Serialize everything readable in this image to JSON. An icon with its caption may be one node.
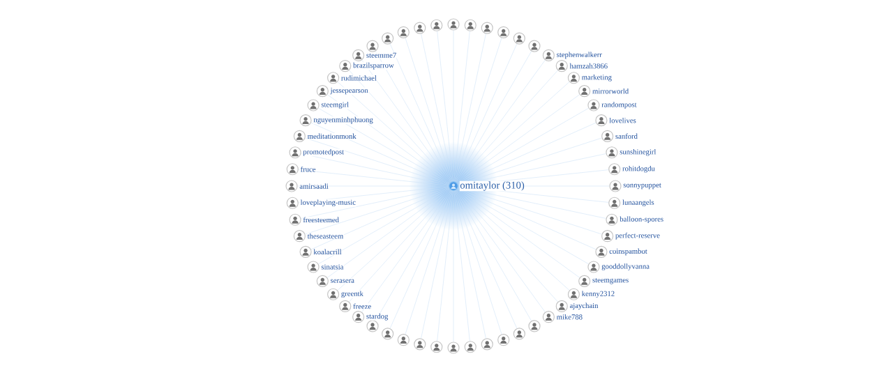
{
  "diagram": {
    "nodes": [
      {
        "text": [],
        "shape": "person",
        "beside": [
          "omitaylor (310)"
        ]
      },
      {
        "text": [],
        "shape": "person"
      },
      {
        "text": [],
        "shape": "person"
      },
      {
        "text": [],
        "shape": "person"
      },
      {
        "text": [],
        "shape": "person"
      },
      {
        "text": [],
        "shape": "person"
      },
      {
        "text": [],
        "shape": "person"
      },
      {
        "text": [],
        "shape": "person",
        "beside": [
          "stephenwalkerr"
        ]
      },
      {
        "text": [],
        "shape": "person",
        "beside": [
          "hamzah3866"
        ]
      },
      {
        "text": [],
        "shape": "person",
        "beside": [
          "marketing"
        ]
      },
      {
        "text": [],
        "shape": "person",
        "beside": [
          "mirrorworld"
        ]
      },
      {
        "text": [],
        "shape": "person",
        "beside": [
          "randompost"
        ]
      },
      {
        "text": [],
        "shape": "person",
        "beside": [
          "lovelives"
        ]
      },
      {
        "text": [],
        "shape": "person",
        "beside": [
          "sanford"
        ]
      },
      {
        "text": [],
        "shape": "person",
        "beside": [
          "sunshinegirl"
        ]
      },
      {
        "text": [],
        "shape": "person",
        "beside": [
          "rohitdogdu"
        ]
      },
      {
        "text": [],
        "shape": "person",
        "beside": [
          "sonnypuppet"
        ]
      },
      {
        "text": [],
        "shape": "person",
        "beside": [
          "lunaangels"
        ]
      },
      {
        "text": [],
        "shape": "person",
        "beside": [
          "balloon-spores"
        ]
      },
      {
        "text": [],
        "shape": "person",
        "beside": [
          "perfect-reserve"
        ]
      },
      {
        "text": [],
        "shape": "person",
        "beside": [
          "coinspambot"
        ]
      },
      {
        "text": [],
        "shape": "person",
        "beside": [
          "gooddollyvanna"
        ]
      },
      {
        "text": [],
        "shape": "person",
        "beside": [
          "steemgames"
        ]
      },
      {
        "text": [],
        "shape": "person",
        "beside": [
          "kenny2312"
        ]
      },
      {
        "text": [],
        "shape": "person",
        "beside": [
          "ajaychain"
        ]
      },
      {
        "text": [],
        "shape": "person",
        "beside": [
          "mike788"
        ]
      },
      {
        "text": [],
        "shape": "person"
      },
      {
        "text": [],
        "shape": "person"
      },
      {
        "text": [],
        "shape": "person"
      },
      {
        "text": [],
        "shape": "person"
      },
      {
        "text": [],
        "shape": "person"
      },
      {
        "text": [],
        "shape": "person"
      },
      {
        "text": [],
        "shape": "person"
      },
      {
        "text": [],
        "shape": "person"
      },
      {
        "text": [],
        "shape": "person"
      },
      {
        "text": [],
        "shape": "person"
      },
      {
        "text": [],
        "shape": "person"
      },
      {
        "text": [],
        "shape": "person",
        "beside": [
          "stardog"
        ]
      },
      {
        "text": [],
        "shape": "person",
        "beside": [
          "freeze"
        ]
      },
      {
        "text": [],
        "shape": "person",
        "beside": [
          "greentk"
        ]
      },
      {
        "text": [],
        "shape": "person",
        "beside": [
          "serasera"
        ]
      },
      {
        "text": [],
        "shape": "person",
        "beside": [
          "sinatsia"
        ]
      },
      {
        "text": [],
        "shape": "person",
        "beside": [
          "koalacrill"
        ]
      },
      {
        "text": [],
        "shape": "person",
        "beside": [
          "theseasteem"
        ]
      },
      {
        "text": [],
        "shape": "person",
        "beside": [
          "freesteemed"
        ]
      },
      {
        "text": [],
        "shape": "person",
        "beside": [
          "loveplaying-music"
        ]
      },
      {
        "text": [],
        "shape": "person",
        "beside": [
          "amirsaadi"
        ]
      },
      {
        "text": [],
        "shape": "person",
        "beside": [
          "fruce"
        ]
      },
      {
        "text": [],
        "shape": "person",
        "beside": [
          "promotedpost"
        ]
      },
      {
        "text": [],
        "shape": "person",
        "beside": [
          "meditationmonk"
        ]
      },
      {
        "text": [],
        "shape": "person",
        "beside": [
          "nguyenminhphuong"
        ]
      },
      {
        "text": [],
        "shape": "person",
        "beside": [
          "steemgirl"
        ]
      },
      {
        "text": [],
        "shape": "person",
        "beside": [
          "jessepearson"
        ]
      },
      {
        "text": [],
        "shape": "person",
        "beside": [
          "rudimichael"
        ]
      },
      {
        "text": [],
        "shape": "person",
        "beside": [
          "brazilsparrow"
        ]
      },
      {
        "text": [],
        "shape": "person",
        "beside": [
          "steemme7"
        ]
      },
      {
        "text": [],
        "shape": "person"
      },
      {
        "text": [],
        "shape": "person"
      },
      {
        "text": [],
        "shape": "person"
      },
      {
        "text": [],
        "shape": "person"
      },
      {
        "text": [],
        "shape": "person"
      }
    ],
    "edges": [
      {
        "from": 0,
        "to": 1,
        "arrow": "none"
      },
      {
        "from": 0,
        "to": 2,
        "arrow": "none"
      },
      {
        "from": 0,
        "to": 3,
        "arrow": "none"
      },
      {
        "from": 0,
        "to": 4,
        "arrow": "none"
      },
      {
        "from": 0,
        "to": 5,
        "arrow": "none"
      },
      {
        "from": 0,
        "to": 6,
        "arrow": "none"
      },
      {
        "from": 0,
        "to": 7,
        "arrow": "none"
      },
      {
        "from": 0,
        "to": 8,
        "arrow": "none"
      },
      {
        "from": 0,
        "to": 9,
        "arrow": "none"
      },
      {
        "from": 0,
        "to": 10,
        "arrow": "none"
      },
      {
        "from": 0,
        "to": 11,
        "arrow": "none"
      },
      {
        "from": 0,
        "to": 12,
        "arrow": "none"
      },
      {
        "from": 0,
        "to": 13,
        "arrow": "none"
      },
      {
        "from": 0,
        "to": 14,
        "arrow": "none"
      },
      {
        "from": 0,
        "to": 15,
        "arrow": "none"
      },
      {
        "from": 0,
        "to": 16,
        "arrow": "none"
      },
      {
        "from": 0,
        "to": 17,
        "arrow": "none"
      },
      {
        "from": 0,
        "to": 18,
        "arrow": "none"
      },
      {
        "from": 0,
        "to": 19,
        "arrow": "none"
      },
      {
        "from": 0,
        "to": 20,
        "arrow": "none"
      },
      {
        "from": 0,
        "to": 21,
        "arrow": "none"
      },
      {
        "from": 0,
        "to": 22,
        "arrow": "none"
      },
      {
        "from": 0,
        "to": 23,
        "arrow": "none"
      },
      {
        "from": 0,
        "to": 24,
        "arrow": "none"
      },
      {
        "from": 0,
        "to": 25,
        "arrow": "none"
      },
      {
        "from": 0,
        "to": 26,
        "arrow": "none"
      },
      {
        "from": 0,
        "to": 27,
        "arrow": "none"
      },
      {
        "from": 0,
        "to": 28,
        "arrow": "none"
      },
      {
        "from": 0,
        "to": 29,
        "arrow": "none"
      },
      {
        "from": 0,
        "to": 30,
        "arrow": "none"
      },
      {
        "from": 0,
        "to": 31,
        "arrow": "none"
      },
      {
        "from": 0,
        "to": 32,
        "arrow": "none"
      },
      {
        "from": 0,
        "to": 33,
        "arrow": "none"
      },
      {
        "from": 0,
        "to": 34,
        "arrow": "none"
      },
      {
        "from": 0,
        "to": 35,
        "arrow": "none"
      },
      {
        "from": 0,
        "to": 36,
        "arrow": "none"
      },
      {
        "from": 0,
        "to": 37,
        "arrow": "none"
      },
      {
        "from": 0,
        "to": 38,
        "arrow": "none"
      },
      {
        "from": 0,
        "to": 39,
        "arrow": "none"
      },
      {
        "from": 0,
        "to": 40,
        "arrow": "none"
      },
      {
        "from": 0,
        "to": 41,
        "arrow": "none"
      },
      {
        "from": 0,
        "to": 42,
        "arrow": "none"
      },
      {
        "from": 0,
        "to": 43,
        "arrow": "none"
      },
      {
        "from": 0,
        "to": 44,
        "arrow": "none"
      },
      {
        "from": 0,
        "to": 45,
        "arrow": "none"
      },
      {
        "from": 0,
        "to": 46,
        "arrow": "none"
      },
      {
        "from": 0,
        "to": 47,
        "arrow": "none"
      },
      {
        "from": 0,
        "to": 48,
        "arrow": "none"
      },
      {
        "from": 0,
        "to": 49,
        "arrow": "none"
      },
      {
        "from": 0,
        "to": 50,
        "arrow": "none"
      },
      {
        "from": 0,
        "to": 51,
        "arrow": "none"
      },
      {
        "from": 0,
        "to": 52,
        "arrow": "none"
      },
      {
        "from": 0,
        "to": 53,
        "arrow": "none"
      },
      {
        "from": 0,
        "to": 54,
        "arrow": "none"
      },
      {
        "from": 0,
        "to": 55,
        "arrow": "none"
      },
      {
        "from": 0,
        "to": 56,
        "arrow": "none"
      },
      {
        "from": 0,
        "to": 57,
        "arrow": "none"
      },
      {
        "from": 0,
        "to": 58,
        "arrow": "none"
      },
      {
        "from": 0,
        "to": 59,
        "arrow": "none"
      },
      {
        "from": 0,
        "to": 60,
        "arrow": "none"
      }
    ]
  }
}
